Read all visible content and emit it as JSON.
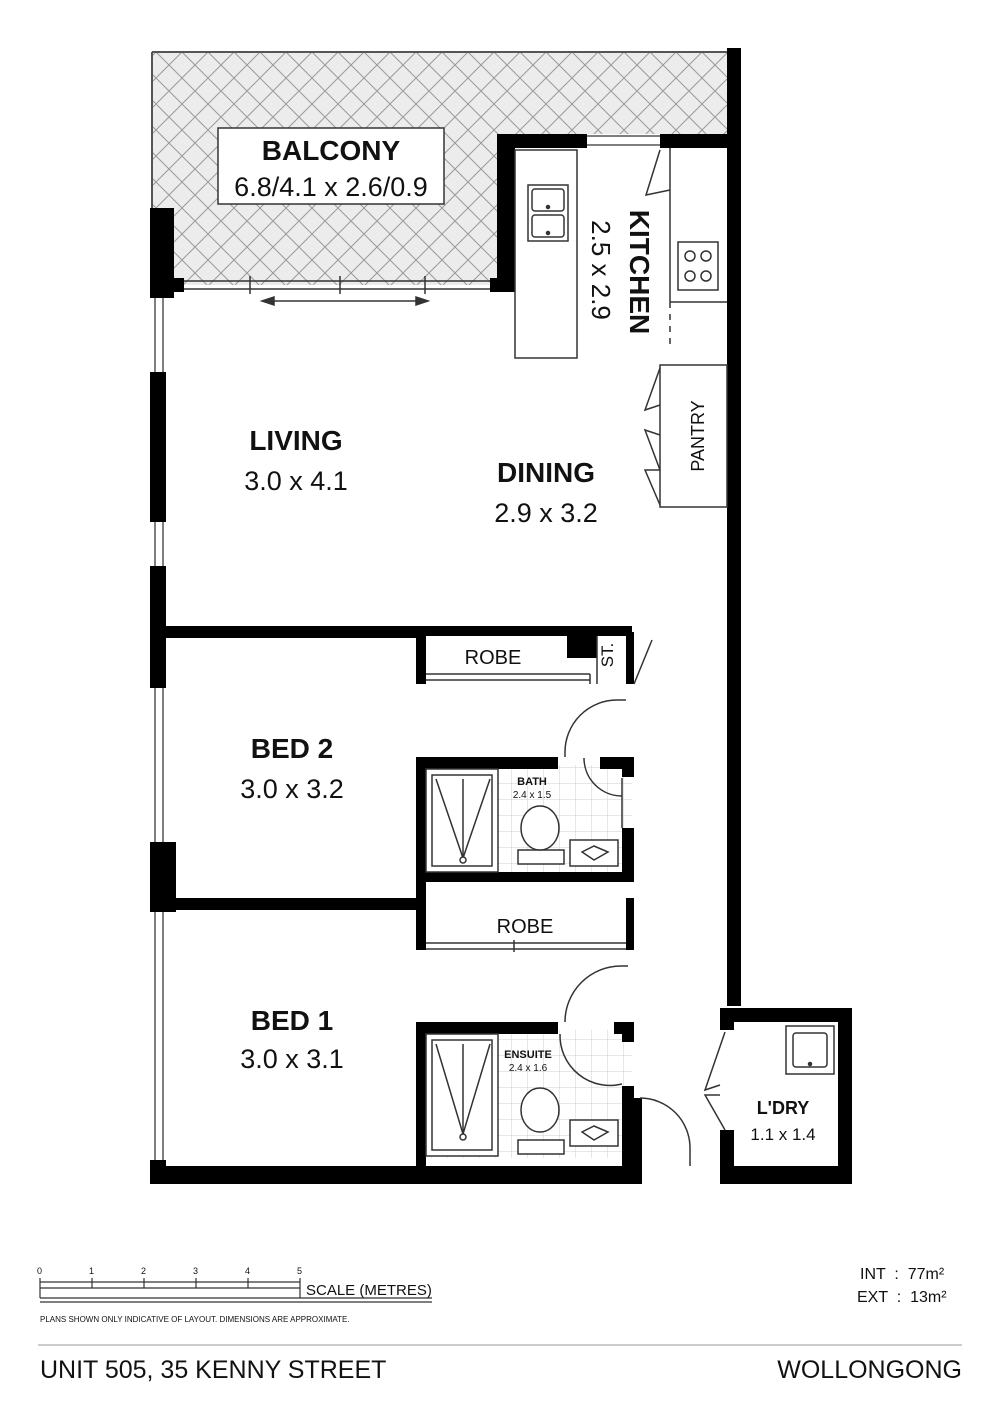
{
  "rooms": {
    "balcony": {
      "name": "BALCONY",
      "dims": "6.8/4.1 x 2.6/0.9"
    },
    "kitchen": {
      "name": "KITCHEN",
      "dims": "2.5 x 2.9"
    },
    "pantry": {
      "name": "PANTRY"
    },
    "living": {
      "name": "LIVING",
      "dims": "3.0 x 4.1"
    },
    "dining": {
      "name": "DINING",
      "dims": "2.9 x 3.2"
    },
    "robe_top": {
      "name": "ROBE"
    },
    "store": {
      "name": "ST."
    },
    "bed2": {
      "name": "BED 2",
      "dims": "3.0 x 3.2"
    },
    "bath": {
      "name": "BATH",
      "dims": "2.4 x 1.5"
    },
    "robe_bottom": {
      "name": "ROBE"
    },
    "bed1": {
      "name": "BED 1",
      "dims": "3.0 x 3.1"
    },
    "ensuite": {
      "name": "ENSUITE",
      "dims": "2.4 x 1.6"
    },
    "laundry": {
      "name": "L'DRY",
      "dims": "1.1 x 1.4"
    }
  },
  "scale": {
    "ticks": [
      "0",
      "1",
      "2",
      "3",
      "4",
      "5"
    ],
    "label": "SCALE (METRES)",
    "disclaimer": "PLANS SHOWN ONLY INDICATIVE OF LAYOUT.  DIMENSIONS ARE APPROXIMATE."
  },
  "area": {
    "int_label": "INT",
    "int_value": "77m²",
    "ext_label": "EXT",
    "ext_value": "13m²"
  },
  "footer": {
    "address": "UNIT 505, 35 KENNY STREET",
    "suburb": "WOLLONGONG"
  }
}
